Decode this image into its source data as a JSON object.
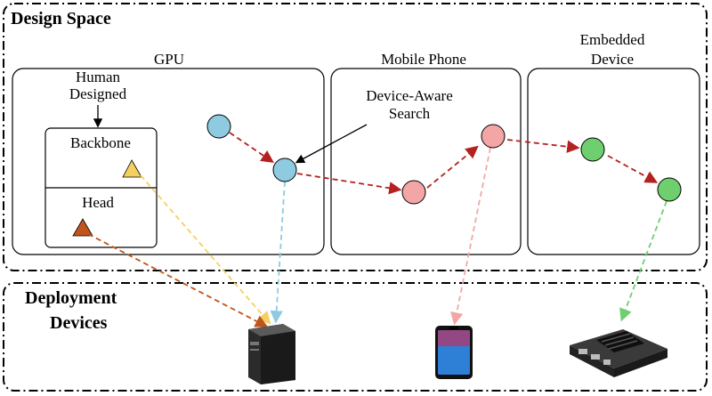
{
  "design_space": {
    "title": "Design Space",
    "panels": [
      {
        "label": "GPU"
      },
      {
        "label": "Mobile Phone"
      },
      {
        "label_line1": "Embedded",
        "label_line2": "Device"
      }
    ],
    "human_designed": {
      "line1": "Human",
      "line2": "Designed"
    },
    "backbone_label": "Backbone",
    "head_label": "Head",
    "search_label": {
      "line1": "Device-Aware",
      "line2": "Search"
    }
  },
  "deployment": {
    "title_line1": "Deployment",
    "title_line2": "Devices"
  },
  "colors": {
    "blue_node": "#8ecbe0",
    "pink_node": "#f4a6a6",
    "green_node": "#6fcf6f",
    "search_path": "#b52020",
    "backbone_triangle": "#f4d061",
    "head_triangle": "#c0541a",
    "arrow_backbone": "#f4d061",
    "arrow_head": "#c0541a",
    "arrow_gpu": "#8ecbe0",
    "arrow_phone": "#f4a6a6",
    "arrow_embedded": "#6fcf6f"
  }
}
